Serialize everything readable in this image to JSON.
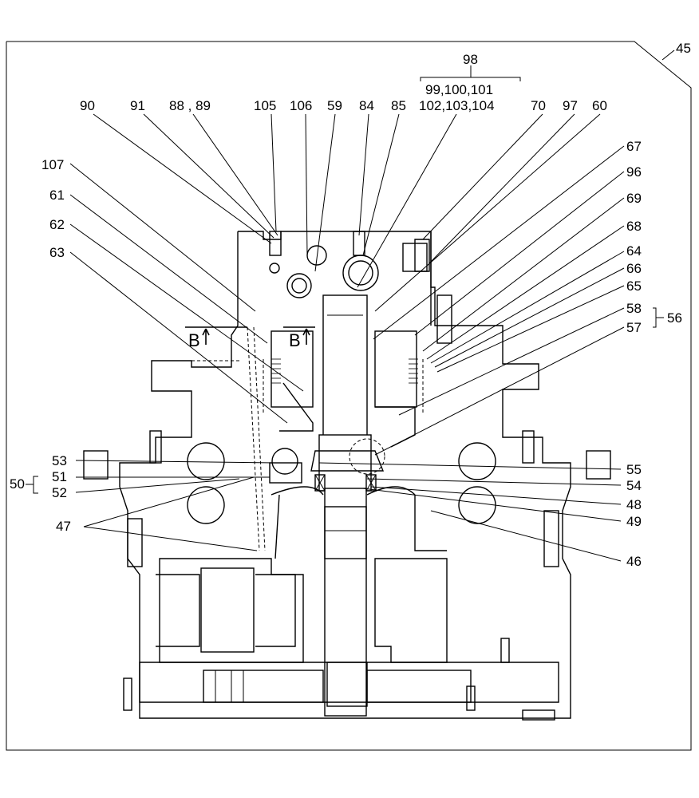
{
  "figure": {
    "sheet_number": "45",
    "section_marks": [
      "B",
      "B"
    ]
  },
  "callouts": {
    "c98": "98",
    "c99_101": "99,100,101",
    "c102_104": "102,103,104",
    "c90": "90",
    "c91": "91",
    "c88_89": "88 , 89",
    "c105": "105",
    "c106": "106",
    "c59": "59",
    "c84": "84",
    "c85": "85",
    "c70": "70",
    "c97": "97",
    "c60": "60",
    "c107": "107",
    "c61": "61",
    "c62": "62",
    "c63": "63",
    "c67": "67",
    "c96": "96",
    "c69": "69",
    "c68": "68",
    "c64": "64",
    "c66": "66",
    "c65": "65",
    "c58": "58",
    "c56": "56",
    "c57": "57",
    "c53": "53",
    "c51": "51",
    "c50": "50",
    "c52": "52",
    "c47": "47",
    "c55": "55",
    "c54": "54",
    "c48": "48",
    "c49": "49",
    "c46": "46"
  }
}
